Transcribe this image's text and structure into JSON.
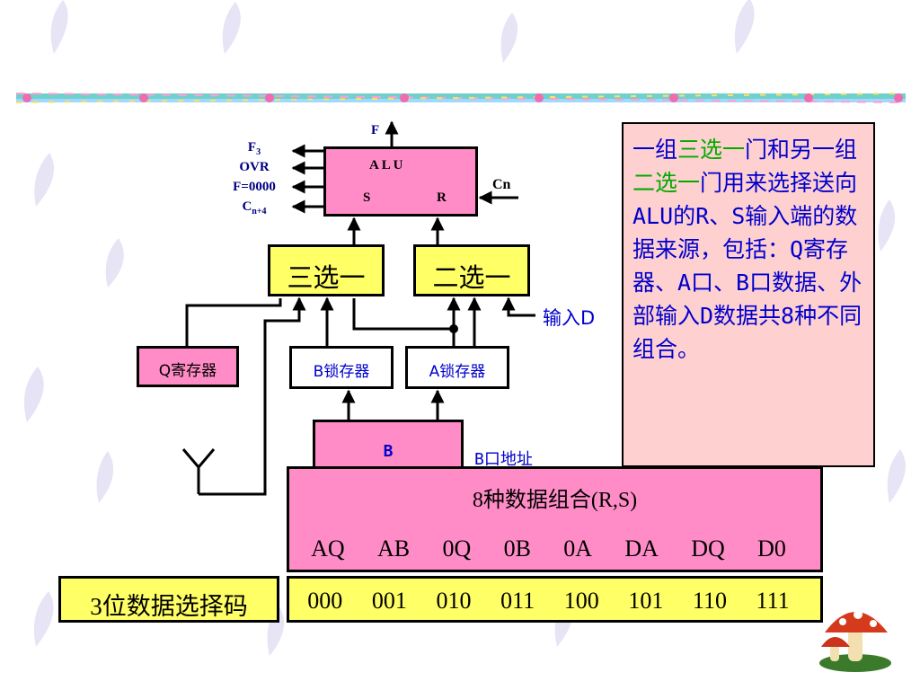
{
  "colors": {
    "pink": "#ff8cc6",
    "yellow": "#ffff66",
    "panel_bg": "#ffd0d0",
    "note_text": "#0000cc",
    "highlight": "#00aa00",
    "label_blue": "#000080"
  },
  "alu": {
    "output_label": "F",
    "title": "A   L   U",
    "port_s": "S",
    "port_r": "R",
    "carry_in": "Cn",
    "flag_f_main": "F",
    "flag_f_sub": "3",
    "flag_ovr": "OVR",
    "flag_zero": "F=0000",
    "flag_c_main": "C",
    "flag_c_sub": "n+4"
  },
  "mux": {
    "three_select": "三选一",
    "two_select": "二选一"
  },
  "input_d_label": "输入D",
  "registers": {
    "q": "Q寄存器",
    "b_latch": "B锁存器",
    "a_latch": "A锁存器"
  },
  "memory": {
    "block_label": "B",
    "addr_label": "B口地址"
  },
  "combos": {
    "title": "8种数据组合(R,S)",
    "items": [
      "AQ",
      "AB",
      "0Q",
      "0B",
      "0A",
      "DA",
      "DQ",
      "D0"
    ]
  },
  "codes": {
    "label": "3位数据选择码",
    "items": [
      "000",
      "001",
      "010",
      "011",
      "100",
      "101",
      "110",
      "111"
    ]
  },
  "note": {
    "p1": "一组",
    "p2": "三选一",
    "p3": "门和另一组",
    "p4": "二选一",
    "p5": "门用来选择送向ALU的R、S输入端的数据来源，包括：Q寄存器、A口、B口数据、外部输入D数据共8种不同组合。"
  }
}
